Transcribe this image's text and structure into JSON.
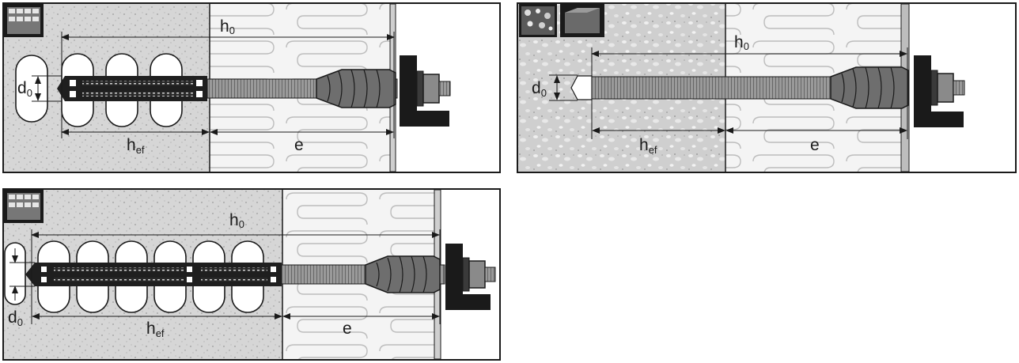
{
  "panels": [
    {
      "id": "perforated-brick",
      "substrate": "perforated-brick",
      "substrate_icon": "perforated-brick-icon",
      "dims": {
        "h0": "h",
        "h0_sub": "0",
        "hef": "h",
        "hef_sub": "ef",
        "e": "e",
        "d0": "d",
        "d0_sub": "0"
      }
    },
    {
      "id": "aerated-concrete",
      "substrate": "lightweight-aggregate-block",
      "substrate_icon": "lightweight-aggregate-icon",
      "substrate_icon_2": "solid-block-icon",
      "dims": {
        "h0": "h",
        "h0_sub": "0",
        "hef": "h",
        "hef_sub": "ef",
        "e": "e",
        "d0": "d",
        "d0_sub": "0"
      }
    },
    {
      "id": "hollow-brick-long",
      "substrate": "perforated-brick",
      "substrate_icon": "perforated-brick-icon",
      "dims": {
        "h0": "h",
        "h0_sub": "0",
        "hef": "h",
        "hef_sub": "ef",
        "e": "e",
        "d0": "d",
        "d0_sub": "0"
      }
    }
  ],
  "colors": {
    "frame": "#1a1a1a",
    "concrete": "#d4d4d4",
    "light_concrete": "#c8c8c8",
    "insulation": "#f4f4f4",
    "insulation_line": "#b9b9b9",
    "rod": "#8a8a8a",
    "cone": "#5a5a5a",
    "fixture": "#1a1a1a"
  }
}
